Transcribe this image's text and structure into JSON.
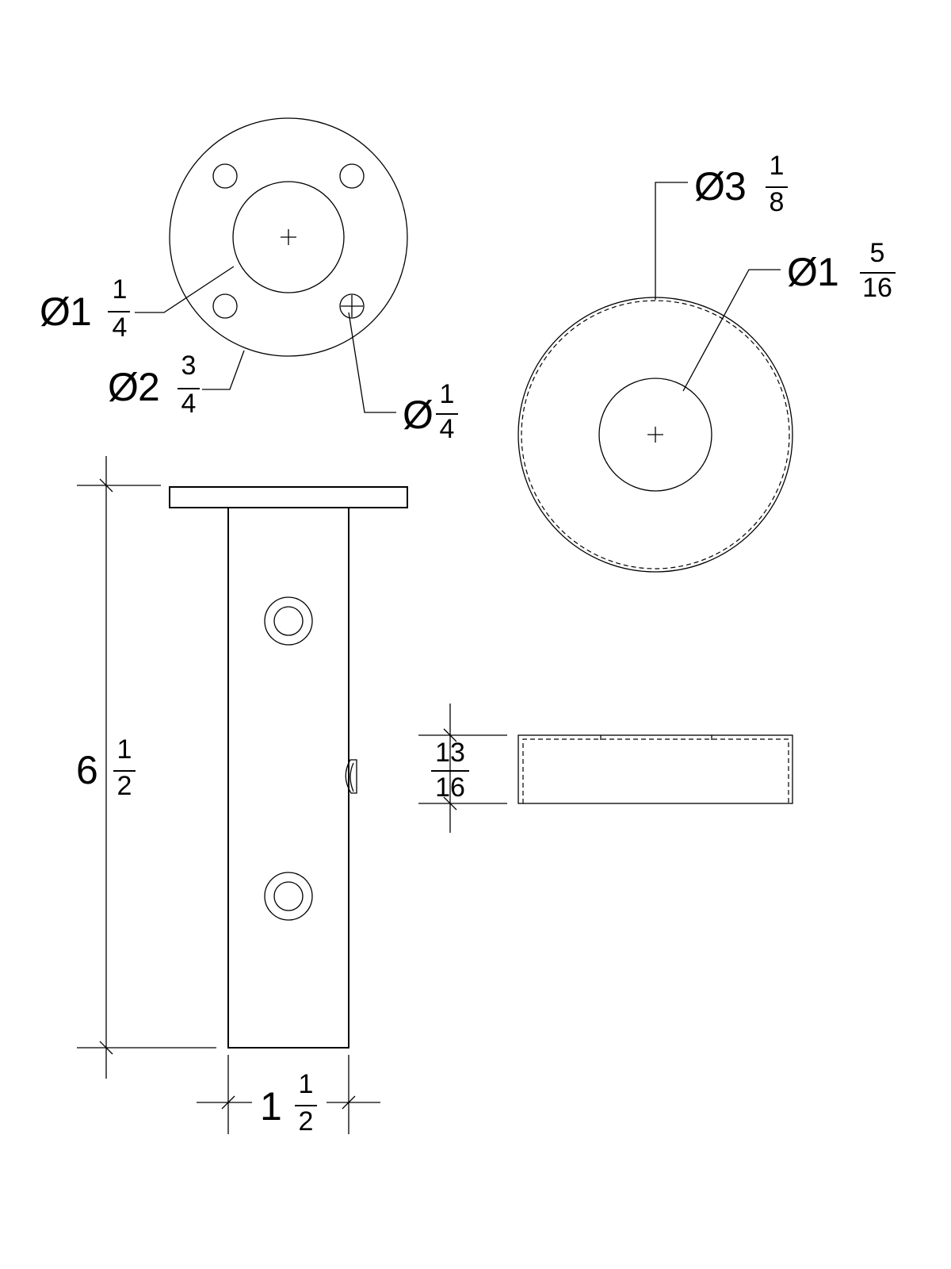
{
  "drawing": {
    "line_color": "#000000",
    "background": "#ffffff",
    "flange_top_view": {
      "inner_diameter": {
        "symbol": "Ø",
        "whole": "1",
        "num": "1",
        "den": "4"
      },
      "outer_diameter": {
        "symbol": "Ø",
        "whole": "2",
        "num": "3",
        "den": "4"
      },
      "hole_diameter": {
        "symbol": "Ø",
        "whole": "",
        "num": "1",
        "den": "4"
      }
    },
    "cover_top_view": {
      "outer_diameter": {
        "symbol": "Ø",
        "whole": "3",
        "num": "1",
        "den": "8"
      },
      "inner_diameter": {
        "symbol": "Ø",
        "whole": "1",
        "num": "5",
        "den": "16"
      }
    },
    "post_side_view": {
      "height": {
        "whole": "6",
        "num": "1",
        "den": "2"
      },
      "width": {
        "whole": "1",
        "num": "1",
        "den": "2"
      }
    },
    "cover_side_view": {
      "height": {
        "whole": "",
        "num": "13",
        "den": "16"
      }
    }
  }
}
